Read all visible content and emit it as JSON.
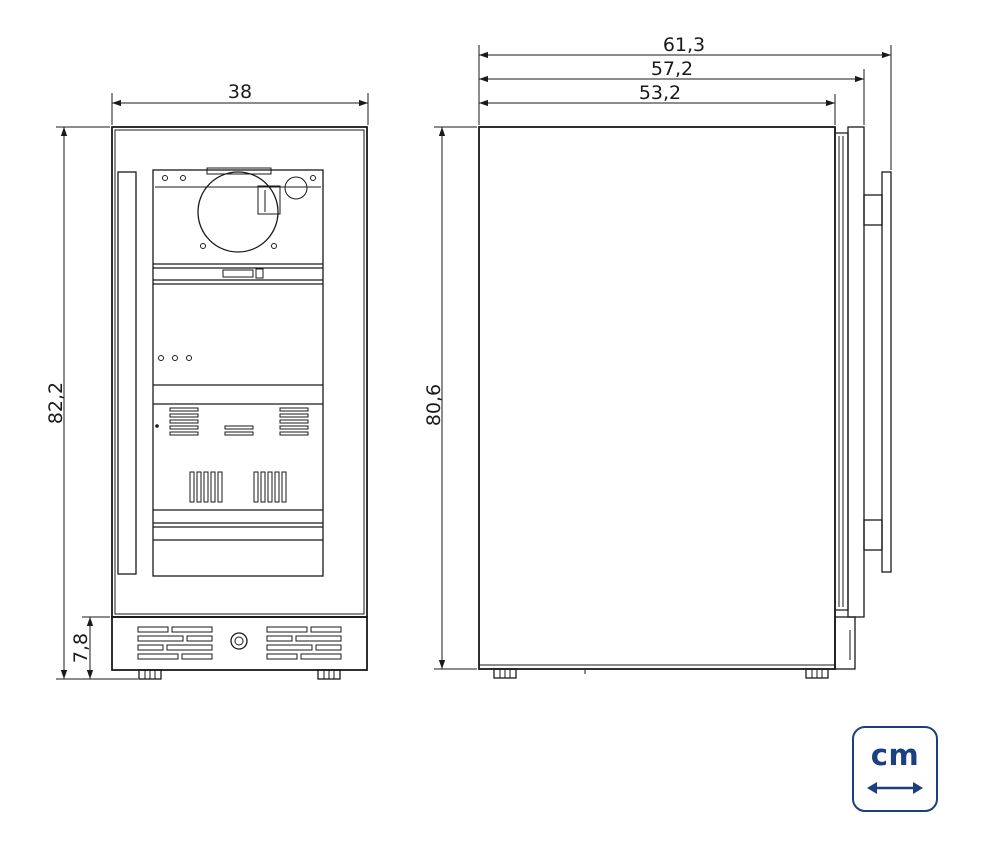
{
  "dimensions": {
    "front_width": "38",
    "front_height": "82,2",
    "plinth_height": "7,8",
    "side_depth_total": "61,3",
    "side_depth_door": "57,2",
    "side_depth_body": "53,2",
    "side_height": "80,6"
  },
  "unit_badge": {
    "label": "cm",
    "icon": "double-arrow-icon",
    "color": "#1c3f80"
  },
  "colors": {
    "line": "#1a1a1a",
    "accent": "#1c3f80"
  }
}
